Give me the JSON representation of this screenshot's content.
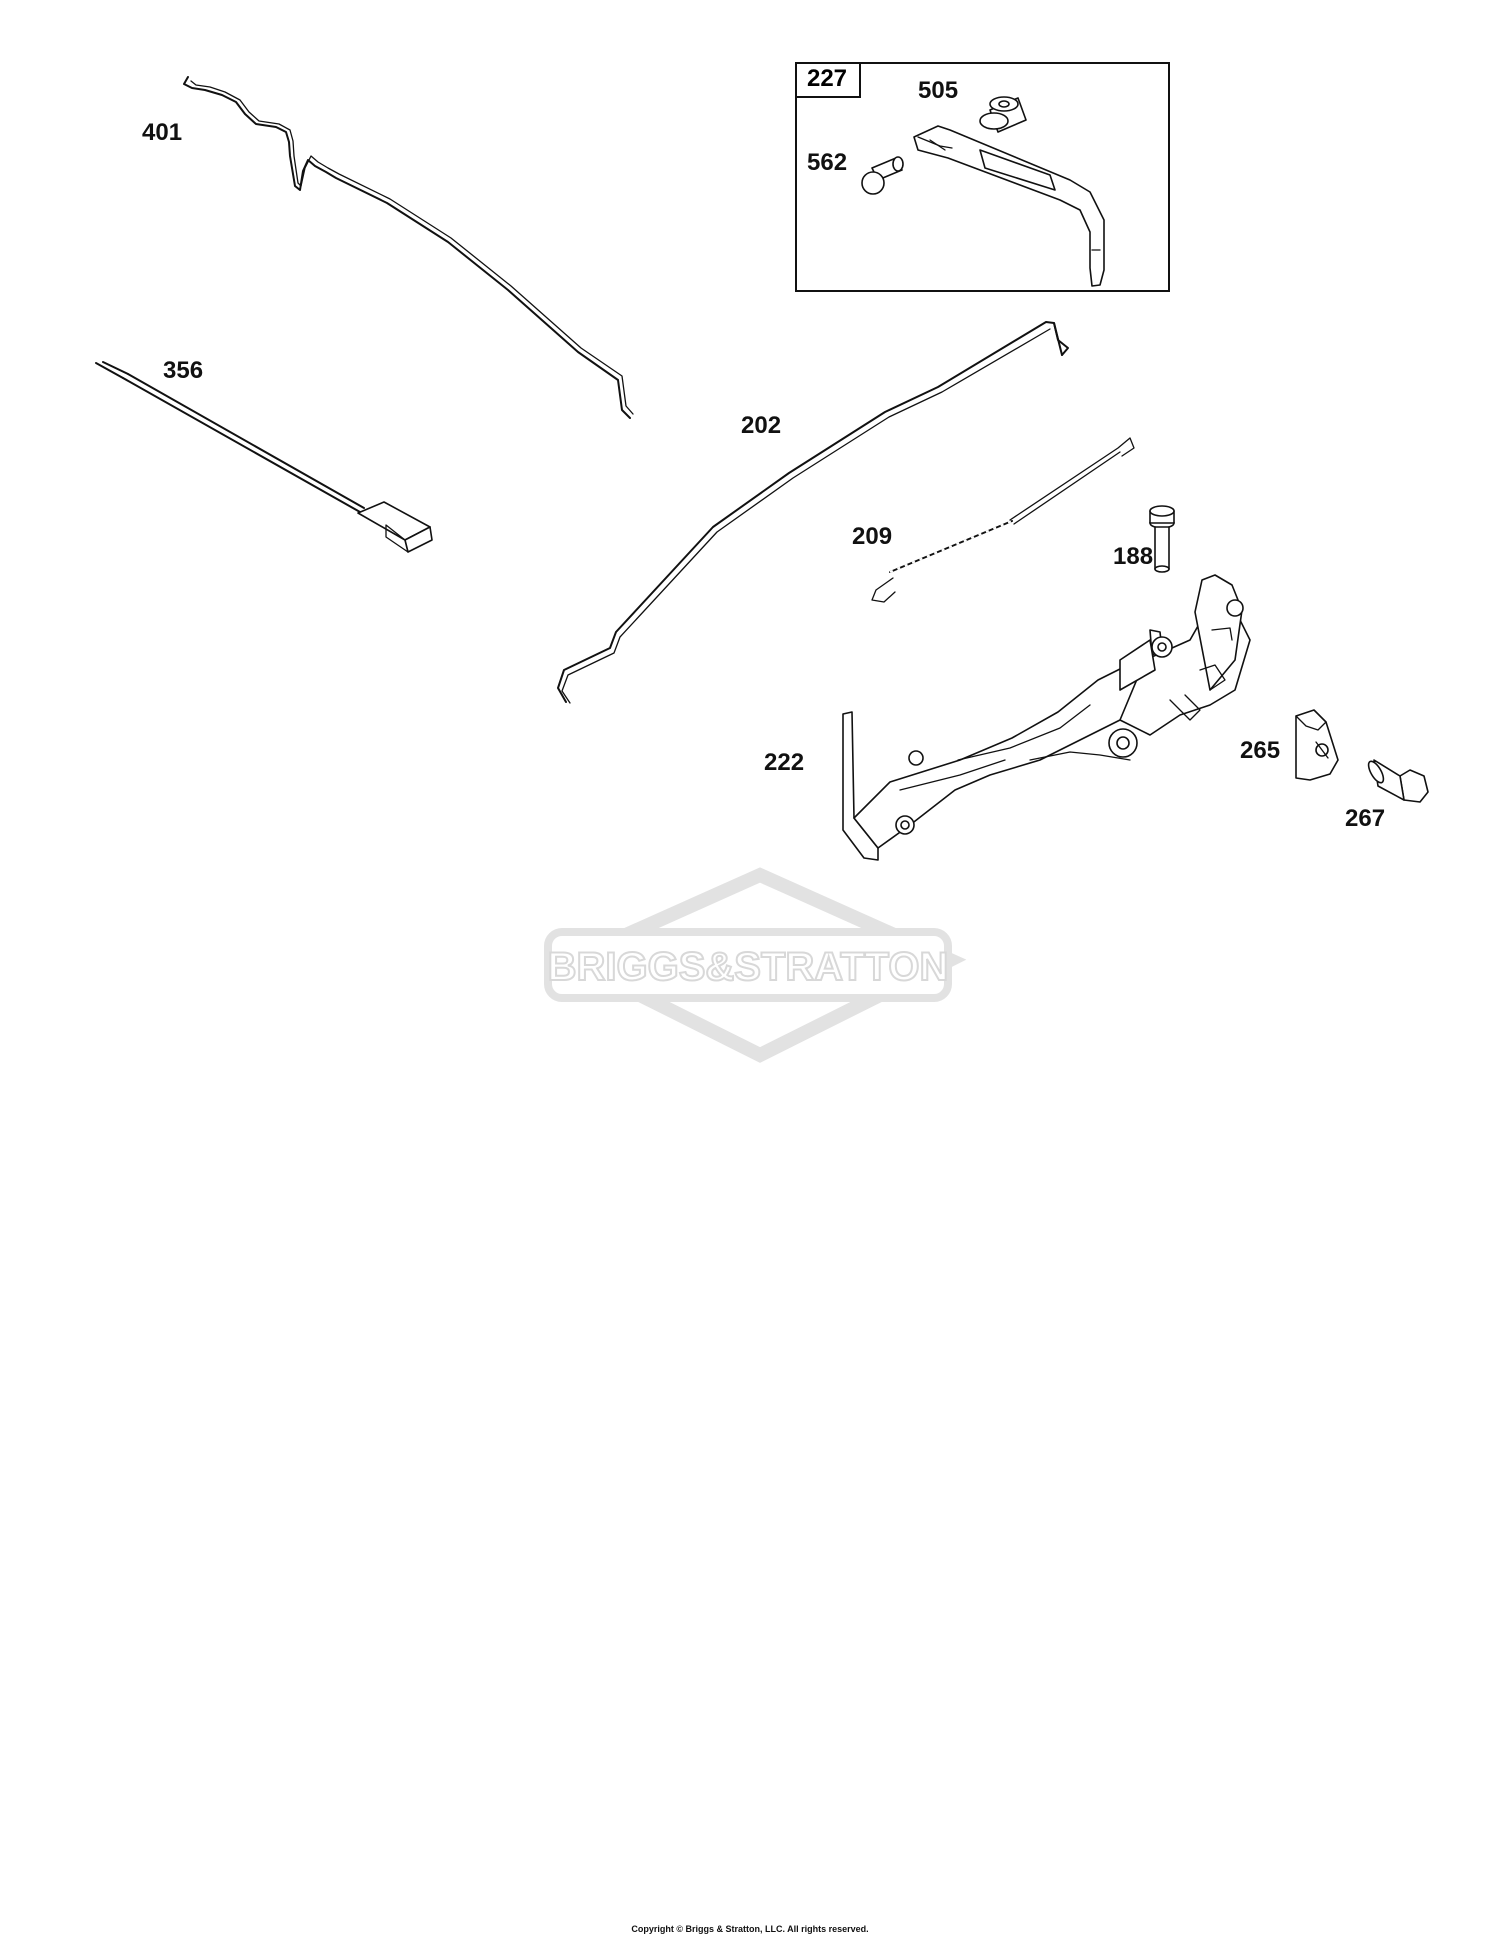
{
  "callouts": {
    "p401": "401",
    "p356": "356",
    "p202": "202",
    "p227": "227",
    "p505": "505",
    "p562": "562",
    "p209": "209",
    "p188": "188",
    "p222": "222",
    "p265": "265",
    "p267": "267"
  },
  "watermark": {
    "brand": "BRIGGS&STRATTON",
    "color": "#e4e4e4"
  },
  "footer": {
    "copyright": "Copyright © Briggs & Stratton, LLC. All rights reserved."
  }
}
